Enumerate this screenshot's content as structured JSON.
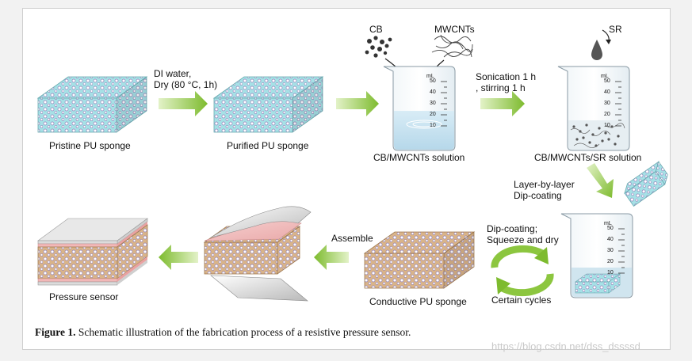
{
  "labels": {
    "pristine": "Pristine PU sponge",
    "purified": "Purified PU sponge",
    "step1_line1": "DI water,",
    "step1_line2": "Dry (80 °C, 1h)",
    "cb": "CB",
    "mwcnts": "MWCNTs",
    "sr": "SR",
    "cb_mwcnts_solution": "CB/MWCNTs solution",
    "sonication_line1": "Sonication 1 h",
    "sonication_line2": ", stirring 1 h",
    "cb_mwcnts_sr_solution": "CB/MWCNTs/SR solution",
    "lbl_line1": "Layer-by-layer",
    "lbl_line2": "Dip-coating",
    "dip_line1": "Dip-coating;",
    "dip_line2": "Squeeze and dry",
    "certain_cycles": "Certain cycles",
    "conductive": "Conductive PU sponge",
    "assemble": "Assemble",
    "pressure_sensor": "Pressure sensor"
  },
  "beaker_scale": [
    "50",
    "40",
    "30",
    "20",
    "10"
  ],
  "beaker_unit": "mL",
  "caption": {
    "bold": "Figure 1.",
    "text": " Schematic illustration of the fabrication process of a resistive pressure sensor."
  },
  "watermark": "https://blog.csdn.net/dss_dssssd",
  "colors": {
    "sponge_teal": "#9fdfe3",
    "sponge_tan": "#d8b387",
    "arrow_green": "#8cc63f",
    "liquid": "#cfe6f2"
  }
}
